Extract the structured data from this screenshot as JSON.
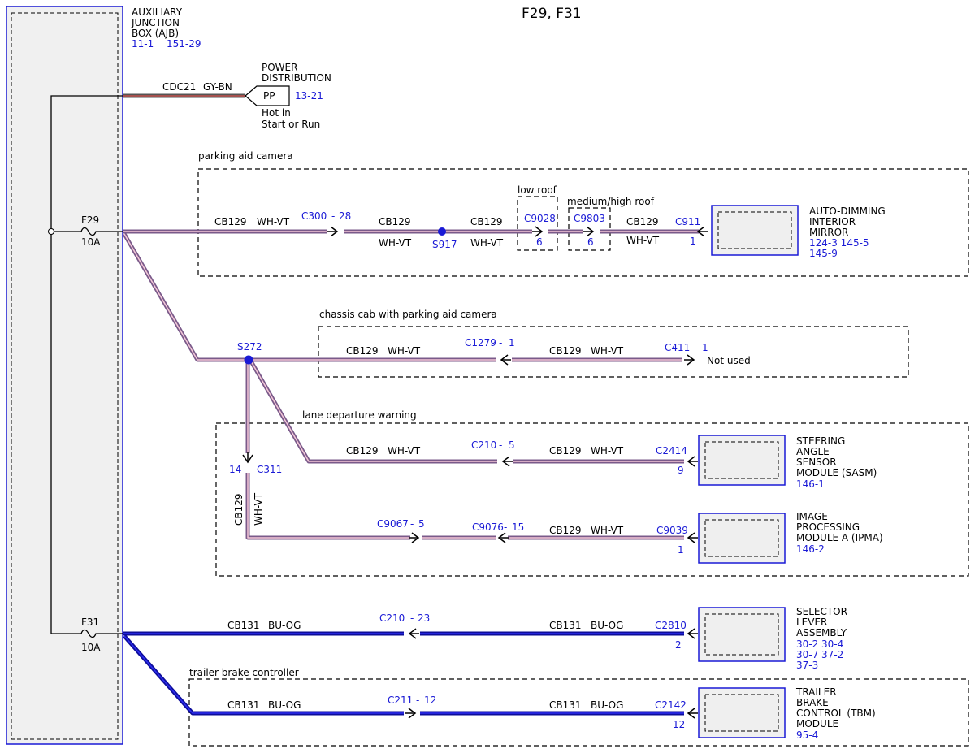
{
  "title": "F29, F31",
  "ajb": {
    "name_lines": [
      "AUXILIARY",
      "JUNCTION",
      "BOX (AJB)"
    ],
    "ref1": "11-1",
    "ref2": "151-29"
  },
  "power": {
    "circuit": "CDC21",
    "color": "GY-BN",
    "label_lines": [
      "POWER",
      "DISTRIBUTION"
    ],
    "connector": "PP",
    "ref": "13-21",
    "note_lines": [
      "Hot in",
      "Start or Run"
    ]
  },
  "fuses": {
    "f29": {
      "name": "F29",
      "rating": "10A"
    },
    "f31": {
      "name": "F31",
      "rating": "10A"
    }
  },
  "sections": {
    "parking": "parking aid camera",
    "low_roof": "low roof",
    "medium_roof": "medium/high roof",
    "chassis": "chassis cab with parking aid camera",
    "lane": "lane departure warning",
    "trailer": "trailer brake controller"
  },
  "row_parking": {
    "seg1_circuit": "CB129",
    "seg1_color": "WH-VT",
    "c300": "C300",
    "c300_pin": "28",
    "seg2_circuit": "CB129",
    "seg2_color": "WH-VT",
    "splice": "S917",
    "seg3_circuit": "CB129",
    "seg3_color": "WH-VT",
    "c9028": "C9028",
    "c9028_pin": "6",
    "c9803": "C9803",
    "c9803_pin": "6",
    "seg4_circuit": "CB129",
    "seg4_color": "WH-VT",
    "c911": "C911",
    "c911_pin": "1",
    "module_lines": [
      "AUTO-DIMMING",
      "INTERIOR",
      "MIRROR"
    ],
    "refs1": "124-3  145-5",
    "refs2": "145-9"
  },
  "row_chassis": {
    "splice": "S272",
    "seg1_circuit": "CB129",
    "seg1_color": "WH-VT",
    "c1279": "C1279",
    "c1279_pin": "1",
    "seg2_circuit": "CB129",
    "seg2_color": "WH-VT",
    "c411": "C411",
    "c411_pin": "1",
    "not_used": "Not used"
  },
  "row_sasm": {
    "c311": "C311",
    "c311_pin": "14",
    "seg1_circuit": "CB129",
    "seg1_color": "WH-VT",
    "c210": "C210",
    "c210_pin": "5",
    "seg2_circuit": "CB129",
    "seg2_color": "WH-VT",
    "c2414": "C2414",
    "c2414_pin": "9",
    "module_lines": [
      "STEERING",
      "ANGLE",
      "SENSOR",
      "MODULE (SASM)"
    ],
    "ref": "146-1"
  },
  "row_ipma": {
    "vert_circuit": "CB129",
    "vert_color": "WH-VT",
    "c9067": "C9067",
    "c9067_pin": "5",
    "c9076": "C9076",
    "c9076_pin": "15",
    "seg_circuit": "CB129",
    "seg_color": "WH-VT",
    "c9039": "C9039",
    "c9039_pin": "1",
    "module_lines": [
      "IMAGE",
      "PROCESSING",
      "MODULE A (IPMA)"
    ],
    "ref": "146-2"
  },
  "row_selector": {
    "seg1_circuit": "CB131",
    "seg1_color": "BU-OG",
    "c210": "C210",
    "c210_pin": "23",
    "seg2_circuit": "CB131",
    "seg2_color": "BU-OG",
    "c2810": "C2810",
    "c2810_pin": "2",
    "module_lines": [
      "SELECTOR",
      "LEVER",
      "ASSEMBLY"
    ],
    "refs1": "30-2   30-4",
    "refs2": "30-7   37-2",
    "refs3": "37-3"
  },
  "row_trailer": {
    "seg1_circuit": "CB131",
    "seg1_color": "BU-OG",
    "c211": "C211",
    "c211_pin": "12",
    "seg2_circuit": "CB131",
    "seg2_color": "BU-OG",
    "c2142": "C2142",
    "c2142_pin": "12",
    "module_lines": [
      "TRAILER",
      "BRAKE",
      "CONTROL (TBM)",
      "MODULE"
    ],
    "ref": "95-4"
  },
  "colors": {
    "ref_blue": "#1a1ad6",
    "wh_vt_edge": "#7a5a8a",
    "wh_vt_core": "#f4c8d8",
    "bu_og_edge": "#0d0d9a",
    "bu_og_core": "#2d2df0",
    "gy_bn_edge": "#555555",
    "gy_bn_core": "#c0504d"
  }
}
